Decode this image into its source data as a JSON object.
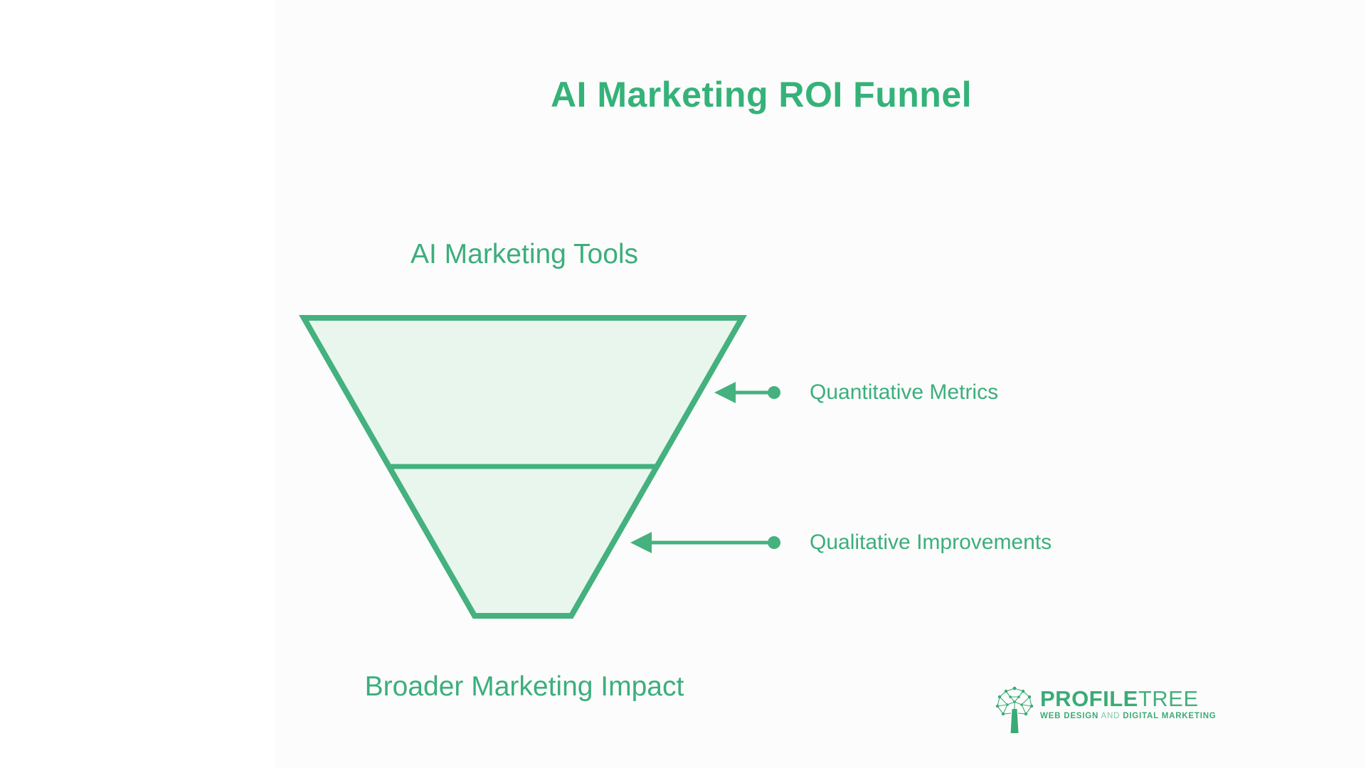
{
  "title": "AI Marketing ROI Funnel",
  "funnel": {
    "top_label": "AI Marketing Tools",
    "bottom_label": "Broader Marketing Impact",
    "callouts": [
      {
        "label": "Quantitative Metrics"
      },
      {
        "label": "Qualitative Improvements"
      }
    ]
  },
  "logo": {
    "brand_bold": "PROFILE",
    "brand_light": "TREE",
    "tagline_lead": "WEB DESIGN",
    "tagline_mid": "AND",
    "tagline_tail": "DIGITAL MARKETING"
  },
  "colors": {
    "accent_green": "#3CAE7C",
    "title_green": "#35B279",
    "funnel_stroke": "#44B17E",
    "funnel_fill": "#E8F6EE",
    "canvas_background": "#FCFCFC",
    "page_background": "#FFFFFF",
    "logo_green": "#3BAB76"
  }
}
